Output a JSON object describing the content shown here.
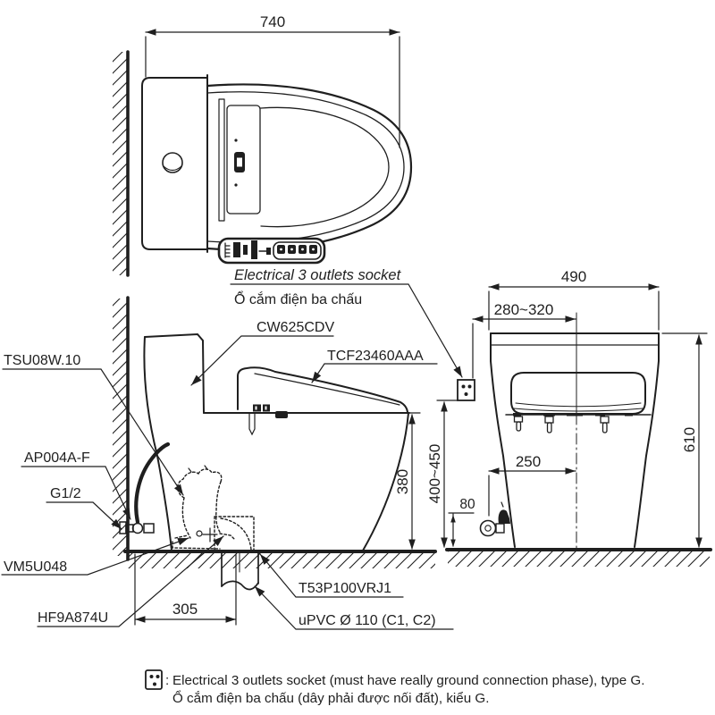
{
  "page": {
    "background": "#ffffff",
    "line_color": "#1f1f1f"
  },
  "dimensions": {
    "top_width": "740",
    "front_width": "490",
    "socket_offset": "280~320",
    "overall_height": "610",
    "socket_height": "400~450",
    "rim_height": "380",
    "supply_offset": "250",
    "supply_height": "80",
    "rough_in": "305"
  },
  "callouts": {
    "socket_en": "Electrical 3 outlets socket",
    "socket_vi": "Ổ cắm điện ba chấu",
    "bowl_model": "CW625CDV",
    "seat_model": "TCF23460AAA",
    "supply_hose": "TSU08W.10",
    "angle_valve": "AP004A-F",
    "thread_size": "G1/2",
    "seal_gasket": "VM5U048",
    "floor_flange": "HF9A874U",
    "drain_socket": "T53P100VRJ1",
    "drain_pipe": "uPVC Ø 110 (C1, C2)"
  },
  "footnote": {
    "colon": ":",
    "en": "Electrical 3 outlets socket (must have really ground connection phase), type G.",
    "vi": "Ổ cắm điện ba chấu (dây phải được nối đất), kiểu G."
  }
}
